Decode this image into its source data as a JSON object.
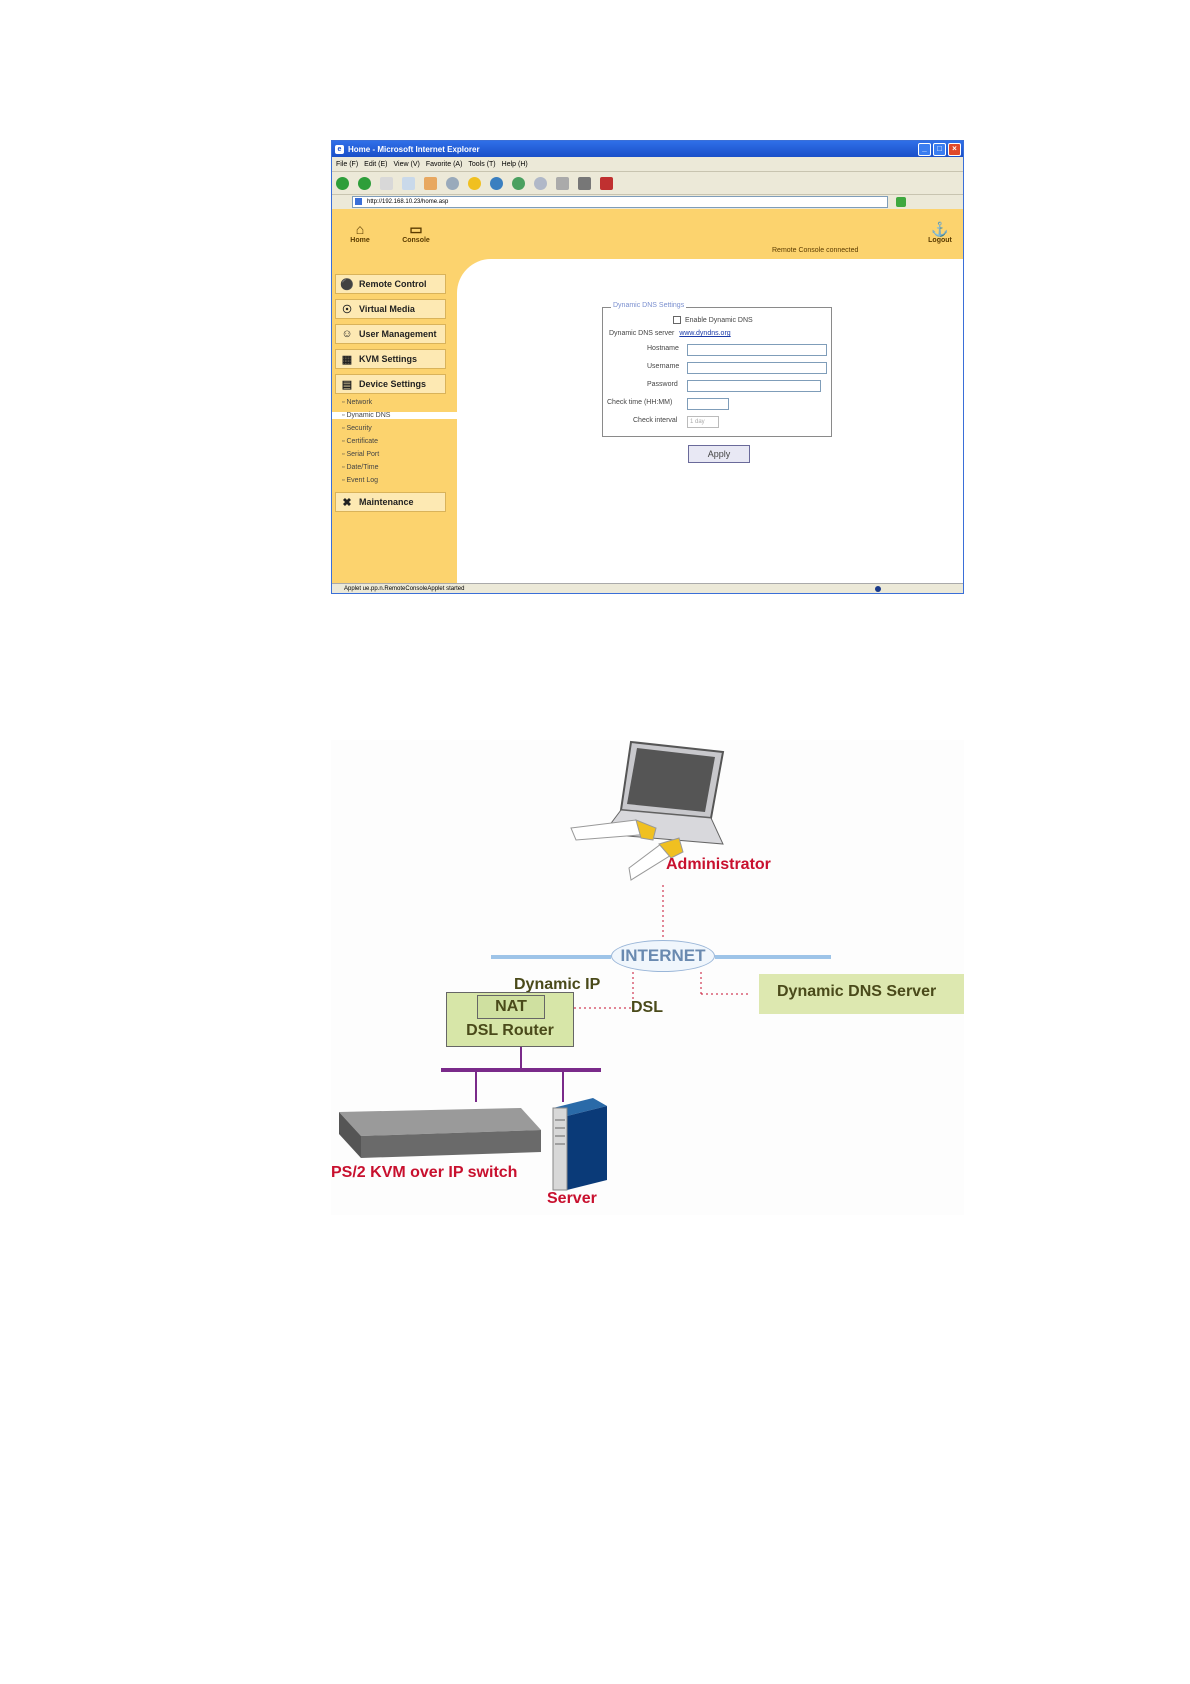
{
  "browser": {
    "title": "Home - Microsoft Internet Explorer",
    "menu": [
      "File (F)",
      "Edit (E)",
      "View (V)",
      "Favorite (A)",
      "Tools (T)",
      "Help (H)"
    ],
    "address": "http://192.168.10.23/home.asp",
    "status_text": "Applet ue.pp.n.RemoteConsoleApplet started"
  },
  "header": {
    "home_label": "Home",
    "console_label": "Console",
    "logout_label": "Logout",
    "status": "Remote Console connected"
  },
  "sidebar": {
    "items": [
      {
        "label": "Remote Control",
        "icon": "remote-icon"
      },
      {
        "label": "Virtual Media",
        "icon": "media-icon"
      },
      {
        "label": "User Management",
        "icon": "users-icon"
      },
      {
        "label": "KVM Settings",
        "icon": "kvm-icon"
      },
      {
        "label": "Device Settings",
        "icon": "device-icon"
      }
    ],
    "sub_items": [
      "Network",
      "Dynamic DNS",
      "Security",
      "Certificate",
      "Serial Port",
      "Date/Time",
      "Event Log"
    ],
    "maintenance": "Maintenance"
  },
  "form": {
    "legend": "Dynamic DNS Settings",
    "enable_label": "Enable Dynamic DNS",
    "server_label": "Dynamic DNS server",
    "server_value": "www.dyndns.org",
    "hostname_label": "Hostname",
    "username_label": "Username",
    "password_label": "Password",
    "checktime_label": "Check time (HH:MM)",
    "interval_label": "Check interval",
    "interval_value": "1 day",
    "apply_label": "Apply"
  },
  "diagram": {
    "administrator": "Administrator",
    "internet": "INTERNET",
    "dynamic_ip": "Dynamic IP",
    "dsl": "DSL",
    "ddns_server": "Dynamic DNS Server",
    "nat": "NAT",
    "router": "DSL Router",
    "kvm_switch": "PS/2 KVM over IP switch",
    "server": "Server"
  }
}
